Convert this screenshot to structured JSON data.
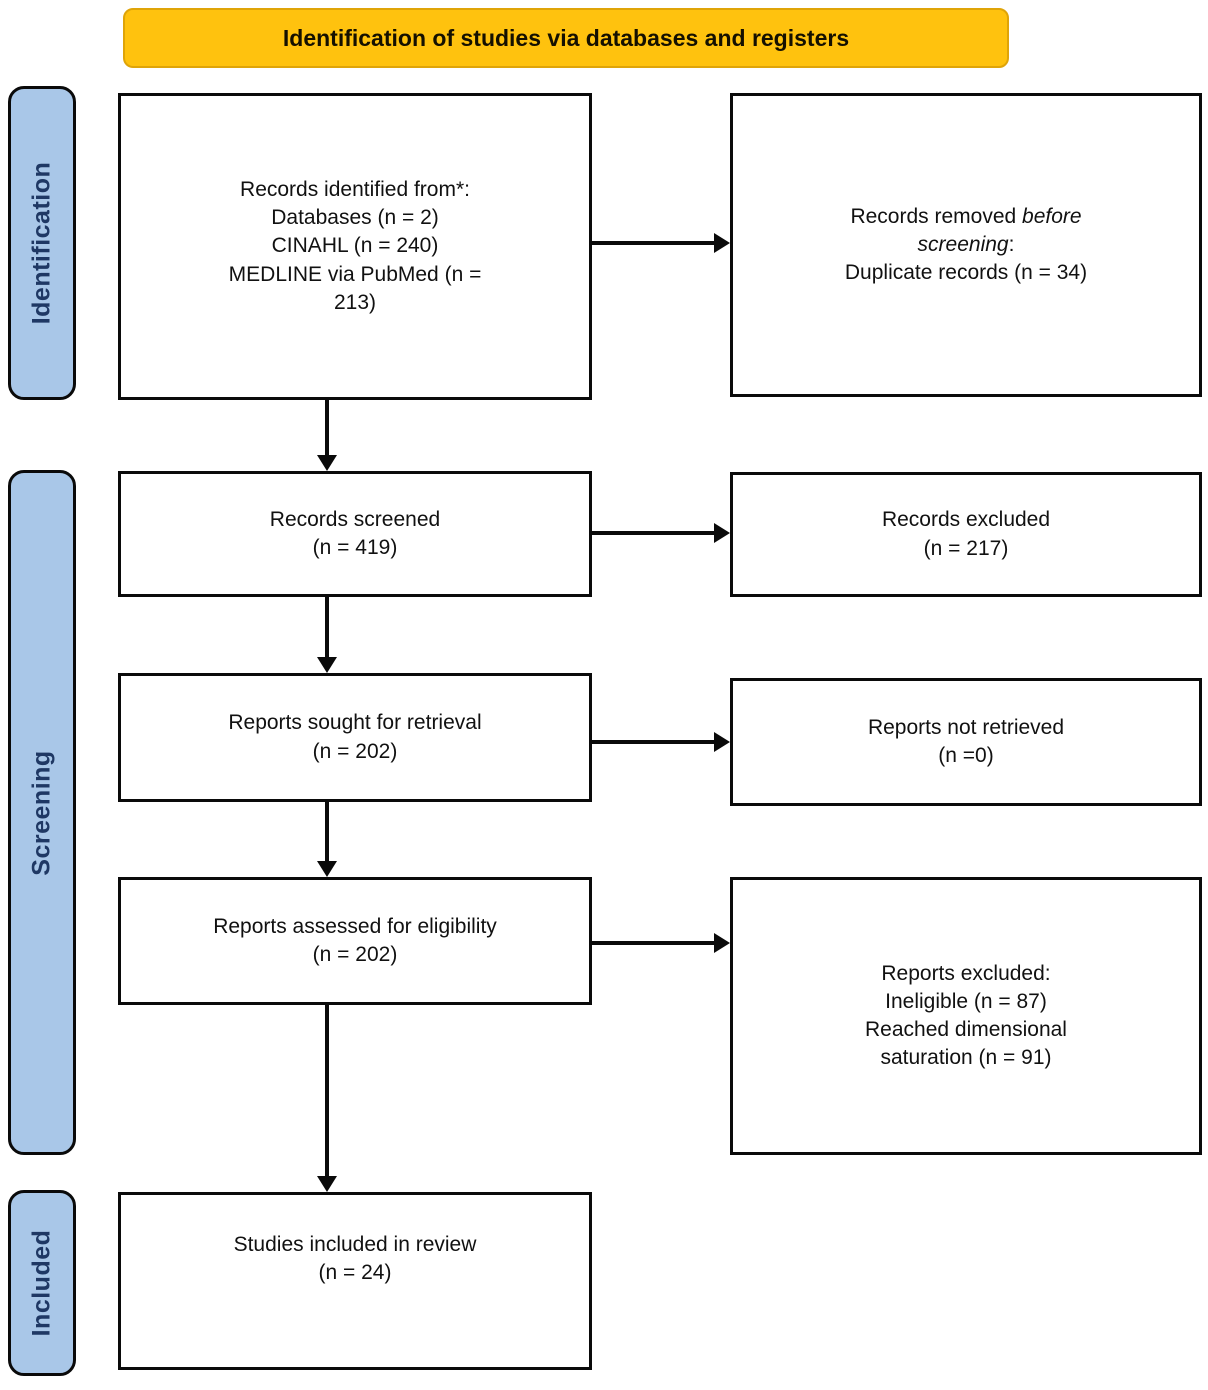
{
  "colors": {
    "banner_fill": "#FFC20E",
    "banner_border": "#DFA408",
    "stage_fill": "#A9C7E8",
    "stage_text": "#1F3864",
    "ink": "#0a0a0a",
    "box_bg": "#ffffff"
  },
  "banner": {
    "title": "Identification of studies via databases and registers"
  },
  "stages": {
    "identification": "Identification",
    "screening": "Screening",
    "included": "Included"
  },
  "boxes": {
    "records_identified": {
      "lines": [
        "Records identified from*:",
        "Databases (n = 2)",
        "CINAHL (n = 240)",
        "MEDLINE via PubMed (n = 213)"
      ]
    },
    "records_removed": {
      "prefix": "Records removed ",
      "italic": "before screening",
      "suffix": ":",
      "detail": "Duplicate records (n = 34)"
    },
    "records_screened": {
      "lines": [
        "Records screened",
        "(n = 419)"
      ]
    },
    "records_excluded": {
      "lines": [
        "Records excluded",
        "(n = 217)"
      ]
    },
    "reports_sought": {
      "lines": [
        "Reports sought for retrieval",
        "(n = 202)"
      ]
    },
    "reports_not_retrieved": {
      "lines": [
        "Reports not retrieved",
        "(n =0)"
      ]
    },
    "reports_assessed": {
      "lines": [
        "Reports assessed for eligibility",
        "(n = 202)"
      ]
    },
    "reports_excluded": {
      "lines": [
        "Reports excluded:",
        "Ineligible (n = 87)",
        "Reached dimensional saturation (n = 91)"
      ]
    },
    "studies_included": {
      "lines": [
        "Studies included in review",
        "(n = 24)"
      ]
    }
  }
}
